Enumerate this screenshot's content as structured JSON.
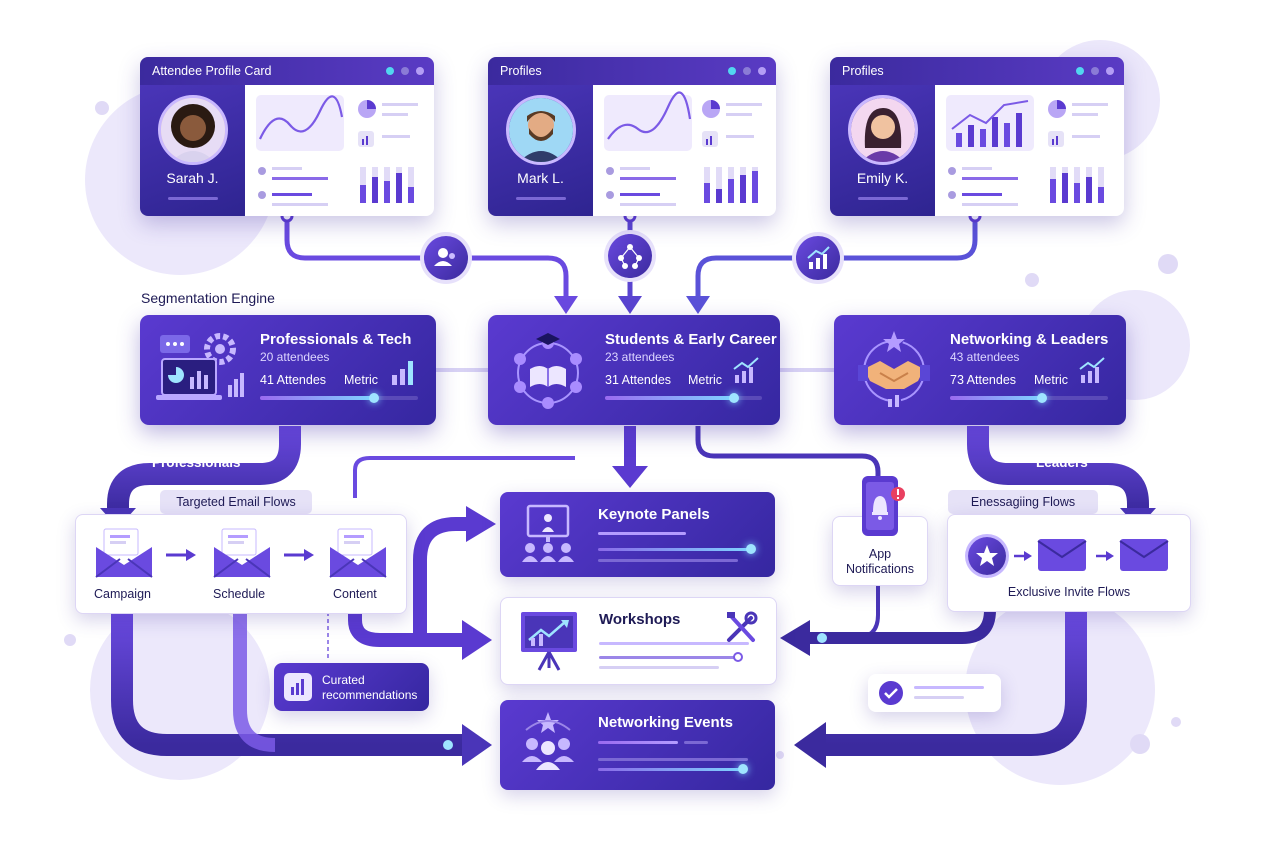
{
  "profiles": [
    {
      "header": "Attendee Profile Card",
      "name": "Sarah J."
    },
    {
      "header": "Profiles",
      "name": "Mark L."
    },
    {
      "header": "Profiles",
      "name": "Emily K."
    }
  ],
  "engine_label": "Segmentation Engine",
  "segments": [
    {
      "title": "Professionals & Tech",
      "attendees": "20 attendees",
      "stat": "41 Attendes",
      "metric": "Metric",
      "progress": 0.72
    },
    {
      "title": "Students & Early Career",
      "attendees": "23 attendees",
      "stat": "31 Attendes",
      "metric": "Metric",
      "progress": 0.82
    },
    {
      "title": "Networking & Leaders",
      "attendees": "43 attendees",
      "stat": "73 Attendes",
      "metric": "Metric",
      "progress": 0.58
    }
  ],
  "flow_labels": {
    "professionals": "Professionals",
    "leaders": "Leaders"
  },
  "email_flows": {
    "title": "Targeted Email Flows",
    "steps": [
      "Campaign",
      "Schedule",
      "Content"
    ]
  },
  "messaging_flows": {
    "title": "Enessagiing Flows",
    "label": "Exclusive Invite Flows"
  },
  "app_notifications": {
    "line1": "App",
    "line2": "Notifications"
  },
  "curated": {
    "line1": "Curated",
    "line2": "recommendations"
  },
  "events": [
    {
      "title": "Keynote Panels"
    },
    {
      "title": "Workshops"
    },
    {
      "title": "Networking Events"
    }
  ],
  "colors": {
    "primary": "#3b2a9e",
    "accent": "#6a4ae0",
    "glow": "#7fd3ff",
    "light": "#ece8fb"
  }
}
